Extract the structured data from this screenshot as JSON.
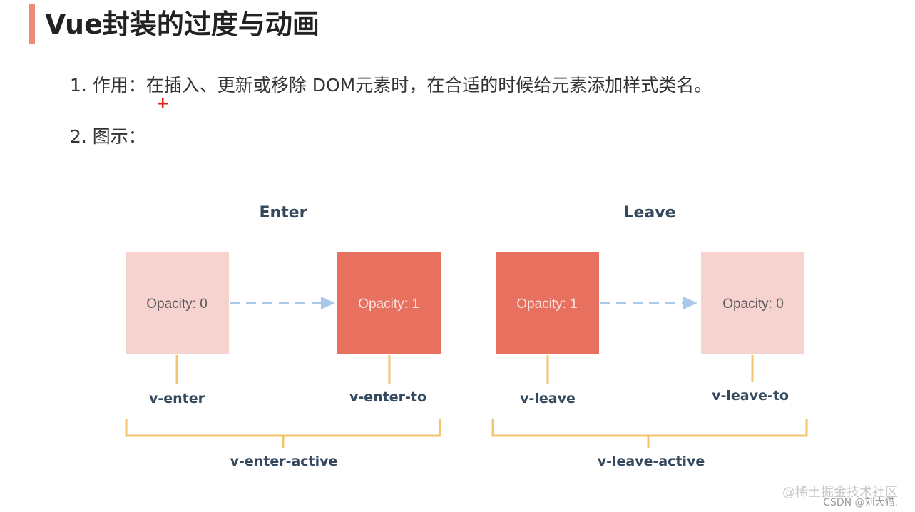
{
  "page": {
    "title": "Vue封装的过度与动画",
    "items": [
      "1. 作用：在插入、更新或移除 DOM元素时，在合适的时候给元素添加样式类名。",
      "2. 图示："
    ]
  },
  "diagram": {
    "enter": {
      "heading": "Enter",
      "box_from": "Opacity: 0",
      "box_to": "Opacity: 1",
      "class_from": "v-enter",
      "class_to": "v-enter-to",
      "class_active": "v-enter-active"
    },
    "leave": {
      "heading": "Leave",
      "box_from": "Opacity: 1",
      "box_to": "Opacity: 0",
      "class_from": "v-leave",
      "class_to": "v-leave-to",
      "class_active": "v-leave-active"
    },
    "colors": {
      "opaque": "#e8705f",
      "transparent": "#f7d3cf",
      "arrow": "#a9c9ea",
      "bracket": "#f2c46e",
      "heading": "#34495e",
      "accent_bar": "#ee8a78"
    }
  },
  "watermark": {
    "juejin": "@稀土掘金技术社区",
    "csdn": "CSDN @刘大猫."
  }
}
